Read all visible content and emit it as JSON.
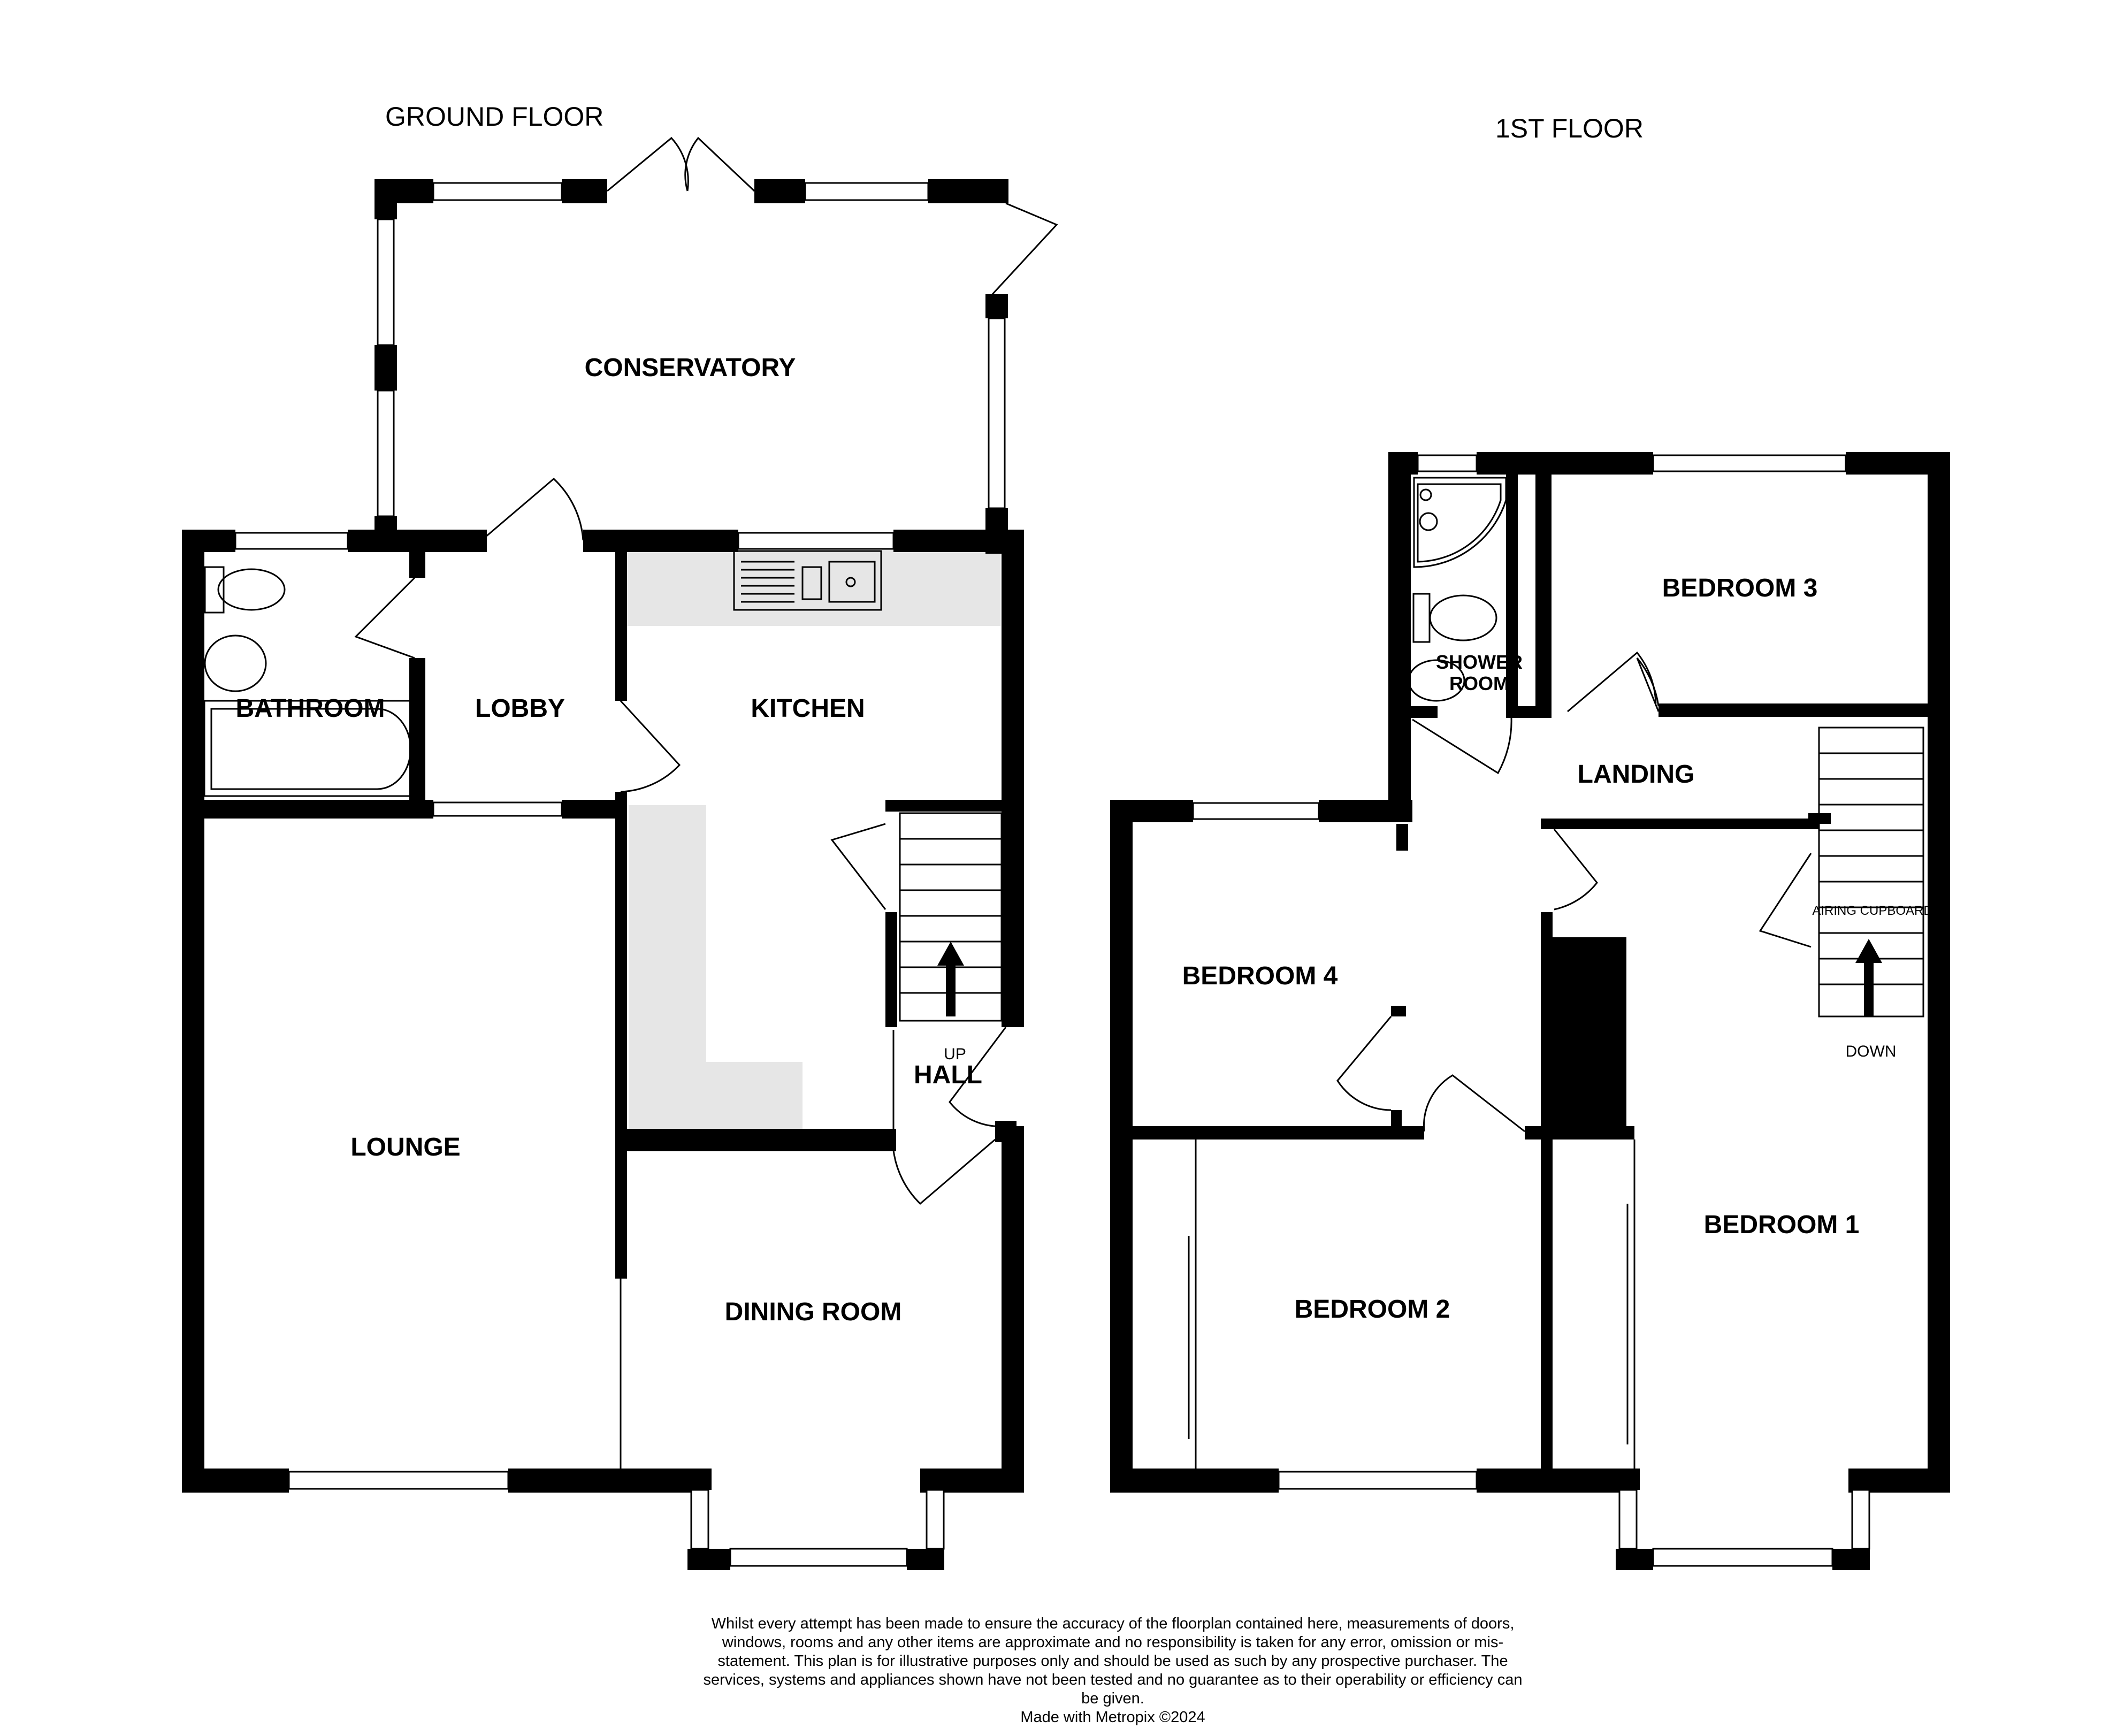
{
  "floors": {
    "ground": {
      "title": "GROUND FLOOR",
      "rooms": {
        "conservatory": "CONSERVATORY",
        "bathroom": "BATHROOM",
        "lobby": "LOBBY",
        "kitchen": "KITCHEN",
        "lounge": "LOUNGE",
        "hall": "HALL",
        "dining_room": "DINING ROOM"
      },
      "stair_label": "UP"
    },
    "first": {
      "title": "1ST FLOOR",
      "rooms": {
        "shower_room_line1": "SHOWER",
        "shower_room_line2": "ROOM",
        "bedroom_3": "BEDROOM 3",
        "landing": "LANDING",
        "bedroom_4": "BEDROOM 4",
        "airing_cupboard": "AIRING CUPBOARD",
        "bedroom_1": "BEDROOM 1",
        "bedroom_2": "BEDROOM 2"
      },
      "stair_label": "DOWN"
    }
  },
  "disclaimer": "Whilst every attempt has been made to ensure the accuracy of the floorplan contained here, measurements of doors, windows, rooms and any other items are approximate and no responsibility is taken for any error, omission or mis-statement. This plan is for illustrative purposes only and should be used as such by any prospective purchaser. The services, systems and appliances shown have not been tested and no guarantee as to their operability or efficiency can be given.",
  "credit": "Made with Metropix ©2024"
}
